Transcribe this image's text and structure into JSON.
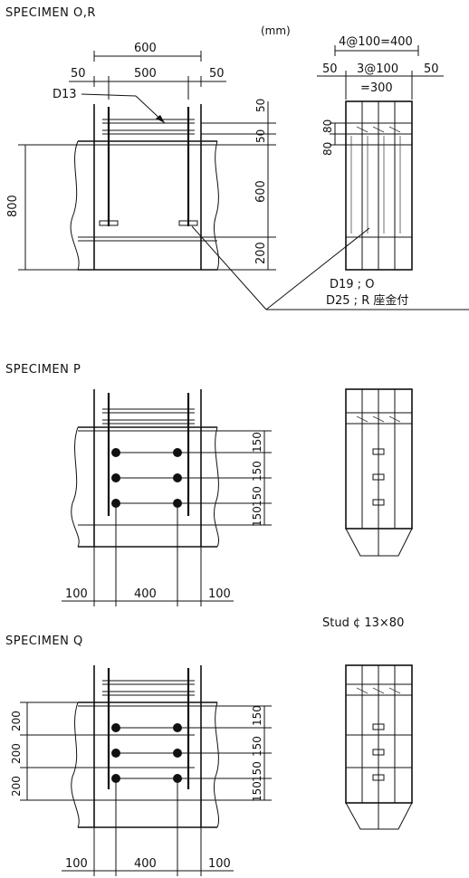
{
  "unit_label": "(mm)",
  "spec_or": {
    "title": "SPECIMEN O,R",
    "dims": {
      "w600": "600",
      "w500": "500",
      "side_left": "50",
      "side_right": "50",
      "bar": "D13",
      "h800": "800",
      "v50a": "50",
      "v50b": "50",
      "v600": "600",
      "v200": "200"
    },
    "side_view": {
      "top": "4@100=400",
      "left": "50",
      "mid_a": "3@100",
      "mid_b": "=300",
      "right": "50",
      "v80a": "80",
      "v80b": "80"
    },
    "note_o": "D19 ; O",
    "note_r": "D25 ; R 座金付"
  },
  "spec_p": {
    "title": "SPECIMEN P",
    "dims": {
      "v150a": "150",
      "v150b": "150",
      "v150c": "150",
      "v150d": "150",
      "b100a": "100",
      "b400": "400",
      "b100b": "100"
    }
  },
  "stud_label": "Stud ¢ 13×80",
  "spec_q": {
    "title": "SPECIMEN Q",
    "dims": {
      "l200a": "200",
      "l200b": "200",
      "l200c": "200",
      "r150a": "150",
      "r150b": "150",
      "r150c": "150",
      "r150d": "150",
      "b100a": "100",
      "b400": "400",
      "b100b": "100"
    }
  }
}
